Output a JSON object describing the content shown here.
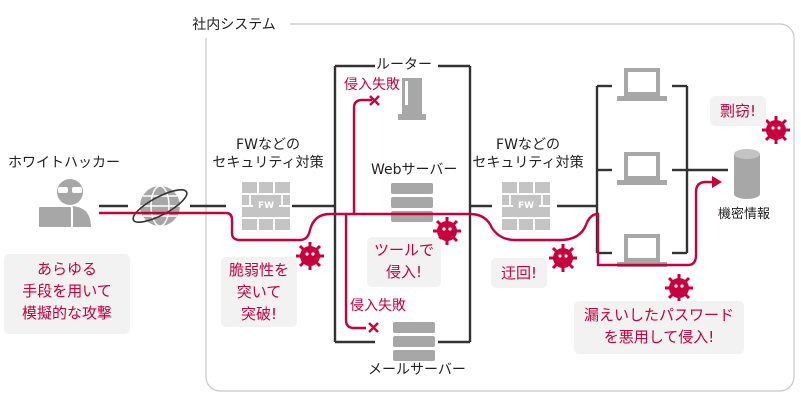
{
  "system": {
    "title": "社内システム"
  },
  "attacker": {
    "label": "ホワイトハッカー",
    "means_line1": "あらゆる",
    "means_line2": "手段を用いて",
    "means_line3": "模擬的な攻撃"
  },
  "firewall_left": {
    "line1": "FWなどの",
    "line2": "セキュリティ対策",
    "badge": "FW"
  },
  "firewall_right": {
    "line1": "FWなどの",
    "line2": "セキュリティ対策",
    "badge": "FW"
  },
  "router": {
    "label": "ルーター",
    "fail": "侵入失敗"
  },
  "web_server": {
    "label": "Webサーバー"
  },
  "mail_server": {
    "label": "メールサーバー",
    "fail": "侵入失敗"
  },
  "database": {
    "label": "機密情報"
  },
  "callouts": {
    "vulnerability_line1": "脆弱性を",
    "vulnerability_line2": "突いて",
    "vulnerability_line3": "突破!",
    "tool_line1": "ツールで",
    "tool_line2": "侵入!",
    "detour": "迂回!",
    "password_line1": "漏えいしたパスワード",
    "password_line2": "を悪用して侵入!",
    "theft": "剽窃!"
  },
  "colors": {
    "accent": "#c8003c",
    "gray": "#a7a7a7",
    "line": "#333333",
    "callout_bg": "#f2f2f2"
  }
}
